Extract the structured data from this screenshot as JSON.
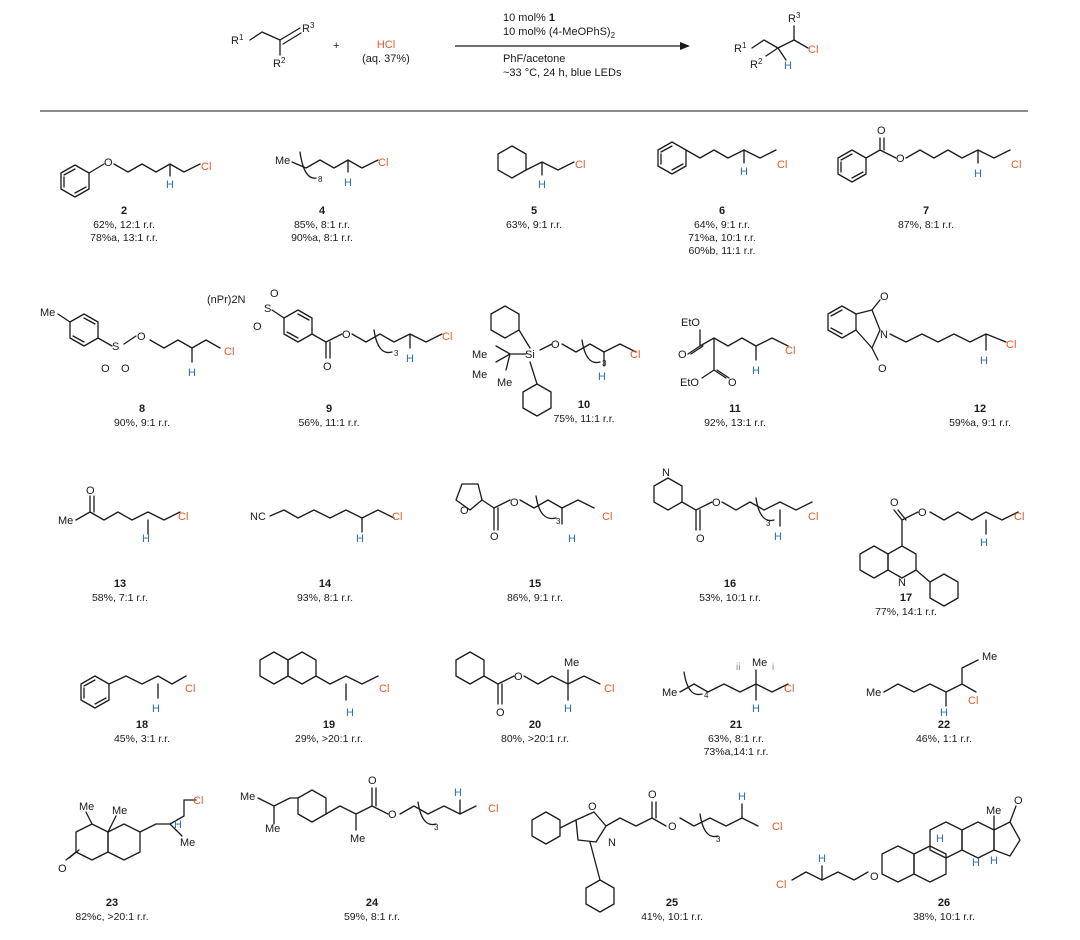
{
  "reaction": {
    "reagent": "HCl",
    "reagent_note": "(aq. 37%)",
    "plus": "+",
    "conditions": {
      "line1_prefix": "10 mol% ",
      "line1_bold": "1",
      "line2": "10 mol% (4-MeOPhS)",
      "line2_sub": "2",
      "line3": "PhF/acetone",
      "line4": "~33 °C, 24 h, blue LEDs"
    },
    "substrate_labels": {
      "r1": "R",
      "r1_sup": "1",
      "r2": "R",
      "r2_sup": "2",
      "r3": "R",
      "r3_sup": "3"
    },
    "product_labels": {
      "h": "H",
      "cl": "Cl"
    }
  },
  "compounds": [
    {
      "id": "2",
      "result_lines": [
        "62%, 12:1 r.r.",
        "78%a, 13:1 r.r."
      ]
    },
    {
      "id": "4",
      "result_lines": [
        "85%, 8:1 r.r.",
        "90%a, 8:1 r.r."
      ]
    },
    {
      "id": "5",
      "result_lines": [
        "63%, 9:1 r.r."
      ]
    },
    {
      "id": "6",
      "result_lines": [
        "64%, 9:1 r.r.",
        "71%a, 10:1 r.r.",
        "60%b, 11:1 r.r."
      ]
    },
    {
      "id": "7",
      "result_lines": [
        "87%, 8:1 r.r."
      ]
    },
    {
      "id": "8",
      "result_lines": [
        "90%, 9:1 r.r."
      ]
    },
    {
      "id": "9",
      "result_lines": [
        "56%, 11:1 r.r."
      ]
    },
    {
      "id": "10",
      "result_lines": [
        "75%, 11:1 r.r."
      ]
    },
    {
      "id": "11",
      "result_lines": [
        "92%, 13:1 r.r."
      ]
    },
    {
      "id": "12",
      "result_lines": [
        "59%a, 9:1 r.r."
      ]
    },
    {
      "id": "13",
      "result_lines": [
        "58%, 7:1 r.r."
      ]
    },
    {
      "id": "14",
      "result_lines": [
        "93%, 8:1 r.r."
      ]
    },
    {
      "id": "15",
      "result_lines": [
        "86%, 9:1 r.r."
      ]
    },
    {
      "id": "16",
      "result_lines": [
        "53%, 10:1 r.r."
      ]
    },
    {
      "id": "17",
      "result_lines": [
        "77%, 14:1 r.r."
      ]
    },
    {
      "id": "18",
      "result_lines": [
        "45%, 3:1 r.r."
      ]
    },
    {
      "id": "19",
      "result_lines": [
        "29%, >20:1 r.r."
      ]
    },
    {
      "id": "20",
      "result_lines": [
        "80%, >20:1 r.r."
      ]
    },
    {
      "id": "21",
      "result_lines": [
        "63%, 8:1 r.r.",
        "73%a,14:1 r.r."
      ]
    },
    {
      "id": "22",
      "result_lines": [
        "46%, 1:1 r.r."
      ]
    },
    {
      "id": "23",
      "result_lines": [
        "82%c, >20:1 r.r."
      ]
    },
    {
      "id": "24",
      "result_lines": [
        "59%, 8:1 r.r."
      ]
    },
    {
      "id": "25",
      "result_lines": [
        "41%, 10:1 r.r."
      ]
    },
    {
      "id": "26",
      "result_lines": [
        "38%, 10:1 r.r."
      ]
    }
  ],
  "structure_text": {
    "me": "Me",
    "o": "O",
    "n": "N",
    "si": "Si",
    "s": "S",
    "h": "H",
    "cl": "Cl",
    "nc": "NC",
    "eto": "EtO",
    "npr2n": "(nPr)2N",
    "sub_8": "8",
    "sub_3": "3",
    "sub_4": "4",
    "label_i": "i",
    "label_ii": "ii"
  },
  "colors": {
    "chlorine": "#e05a2b",
    "hydrogen": "#2f6db5",
    "ink": "#1a1a1a",
    "annotation": "#888888"
  }
}
